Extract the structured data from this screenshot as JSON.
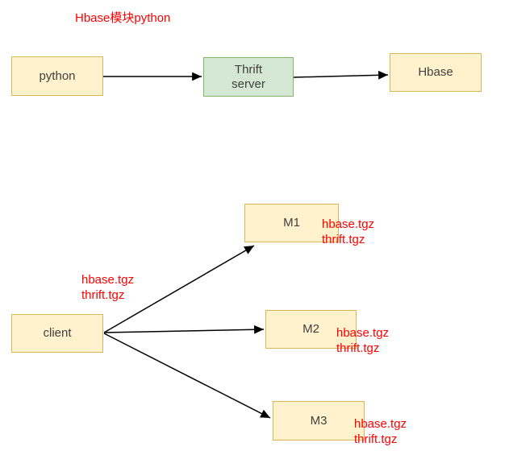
{
  "diagram": {
    "title": "Hbase模块python",
    "nodes": {
      "python": {
        "label": "python"
      },
      "thrift": {
        "label": "Thrift\nserver"
      },
      "hbase": {
        "label": "Hbase"
      },
      "client": {
        "label": "client"
      },
      "m1": {
        "label": "M1"
      },
      "m2": {
        "label": "M2"
      },
      "m3": {
        "label": "M3"
      }
    },
    "annotations": {
      "client_files": "hbase.tgz\nthrift.tgz",
      "m1_files": "hbase.tgz\nthrift.tgz",
      "m2_files": "hbase.tgz\nthrift.tgz",
      "m3_files": "hbase.tgz\nthrift.tgz"
    },
    "edges": [
      {
        "from": "python",
        "to": "thrift"
      },
      {
        "from": "thrift",
        "to": "hbase"
      },
      {
        "from": "client",
        "to": "m1"
      },
      {
        "from": "client",
        "to": "m2"
      },
      {
        "from": "client",
        "to": "m3"
      }
    ],
    "colors": {
      "box_yellow_fill": "#fff2cc",
      "box_yellow_border": "#d6b656",
      "box_green_fill": "#d5e8d4",
      "box_green_border": "#82b366",
      "annotation_red": "#ff0000",
      "arrow_black": "#000000",
      "node_text": "#3f3f3f",
      "background": "#ffffff"
    }
  }
}
